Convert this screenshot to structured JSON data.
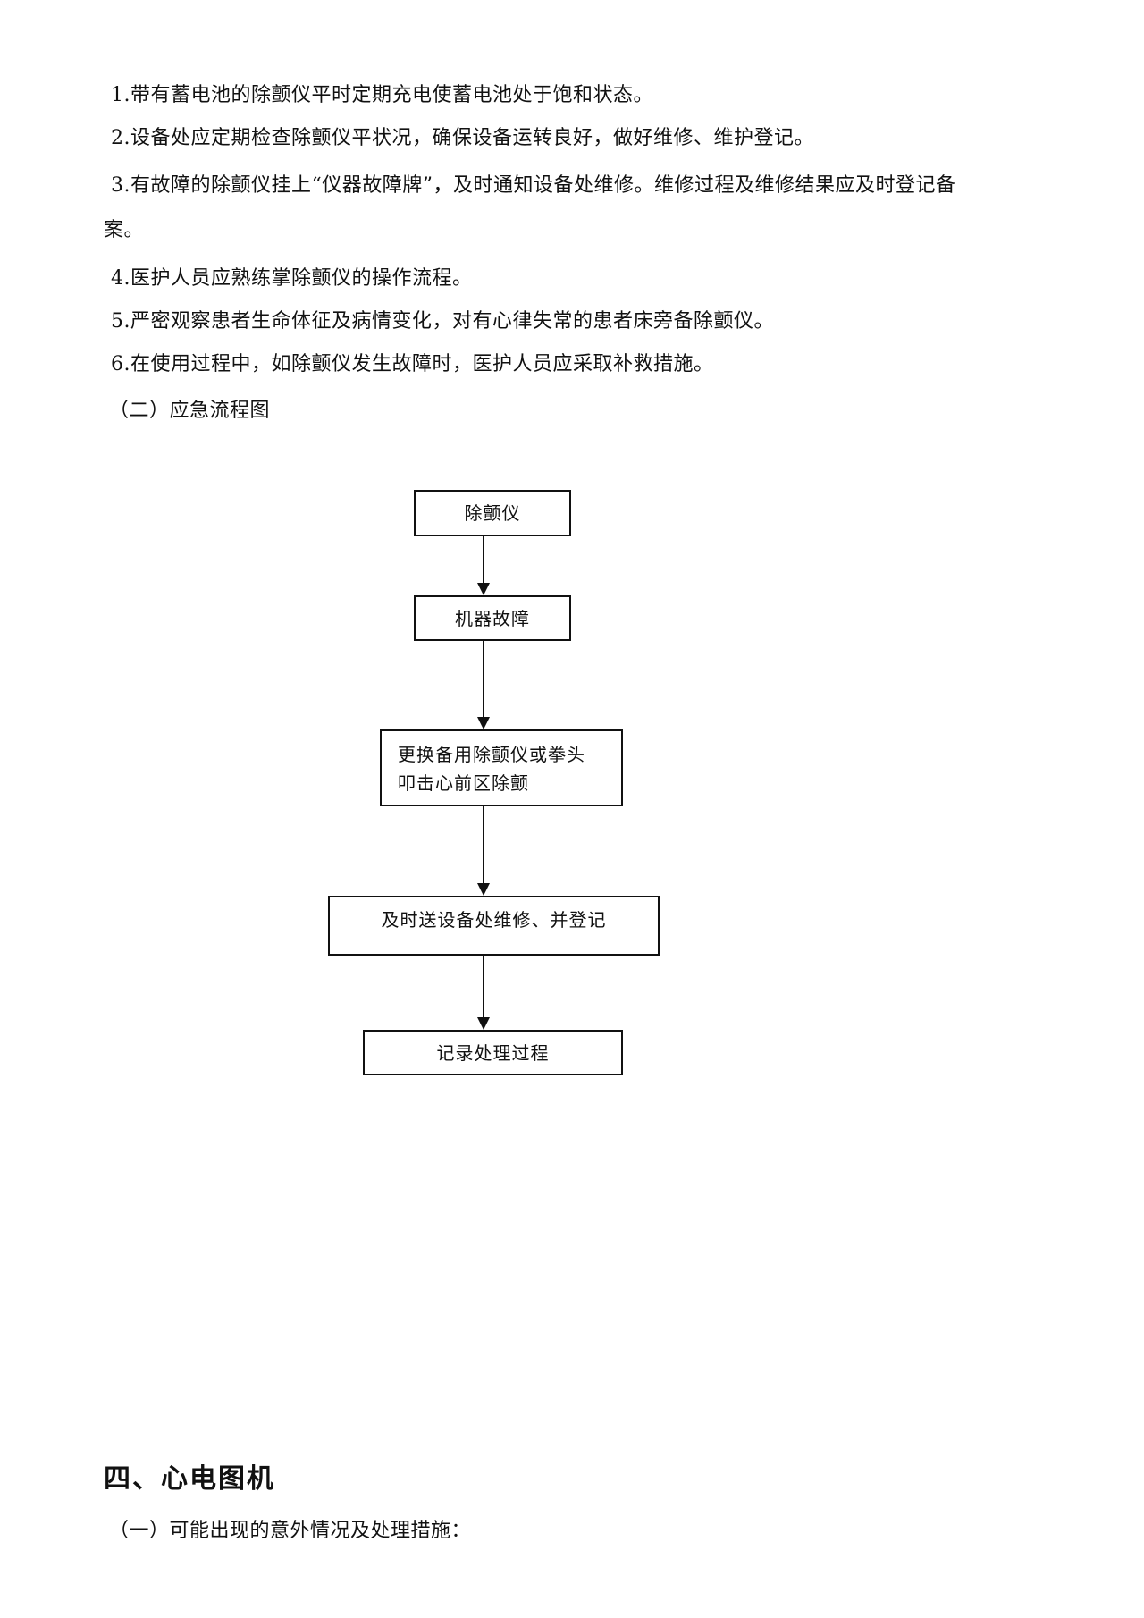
{
  "paragraphs": [
    "1.带有蓄电池的除颤仪平时定期充电使蓄电池处于饱和状态。",
    "2.设备处应定期检查除颤仪平状况，确保设备运转良好，做好维修、维护登记。",
    "3.有故障的除颤仪挂上“仪器故障牌”，及时通知设备处维修。维修过程及维修结果应及时登记备",
    "案。",
    "4.医护人员应熟练掌除颤仪的操作流程。",
    "5.严密观察患者生命体征及病情变化，对有心律失常的患者床旁备除颤仪。",
    "6.在使用过程中，如除颤仪发生故障时，医护人员应采取补救措施。"
  ],
  "subsection_flowchart": "（二）应急流程图",
  "flowchart": {
    "steps": [
      "除颤仪",
      "机器故障",
      "更换备用除颤仪或拳头",
      "叩击心前区除颤",
      "及时送设备处维修、并登记",
      "记录处理过程"
    ]
  },
  "section_heading": "四、心电图机",
  "subsection_measures": "（一）可能出现的意外情况及处理措施："
}
